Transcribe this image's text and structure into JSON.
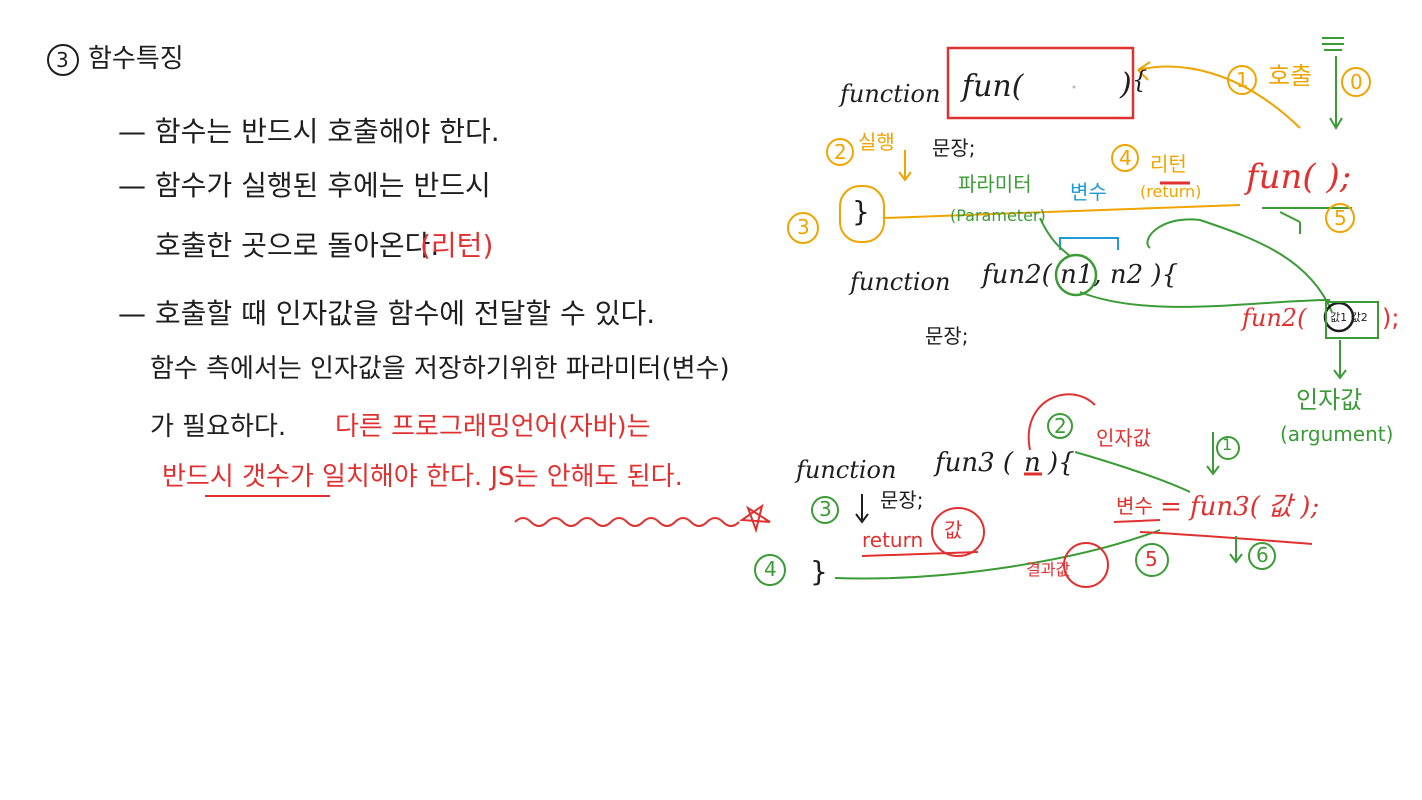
{
  "section": {
    "number": "3",
    "title": "함수특징"
  },
  "notes": {
    "line1": "— 함수는 반드시 호출해야 한다.",
    "line2a": "— 함수가 실행된 후에는 반드시",
    "line2b": "호출한 곳으로 돌아온다.",
    "line2_return": "(리턴)",
    "line3a": "— 호출할 때 인자값을 함수에 전달할 수 있다.",
    "line3b": "함수 측에서는 인자값을 저장하기위한 파라미터(변수)",
    "line3c": "가 필요하다.",
    "line3c_red": "다른 프로그래밍언어(자바)는",
    "line3d_red": "반드시 갯수가 일치해야 한다. JS는 안해도 된다."
  },
  "diagram1": {
    "keyword": "function",
    "name": "fun(",
    "paren_close": ")",
    "brace_open": "{",
    "step1": "1",
    "call_label": "호출",
    "step0": "0",
    "step2": "2",
    "exec_label": "실행",
    "body": "문장;",
    "step4": "4",
    "return_label": "리턴",
    "return_en": "(return)",
    "call": "fun(  );",
    "step3": "3",
    "brace_close": "}",
    "step5": "5"
  },
  "diagram2": {
    "param_label": "파라미터",
    "param_en": "(Parameter)",
    "var_label": "변수",
    "keyword": "function",
    "signature": "fun2( n1, n2 ){",
    "body": "문장;",
    "call": "fun2(",
    "call_arg": "값1 값2",
    "call_end": ");",
    "arg_label": "인자값",
    "arg_en": "(argument)"
  },
  "diagram3": {
    "keyword": "function",
    "signature_a": "fun3 (",
    "signature_param": "n",
    "signature_b": "){",
    "step2": "2",
    "arg_label": "인자값",
    "step1": "1",
    "step3": "3",
    "body": "문장;",
    "return_stmt": "return",
    "return_val": "값",
    "step4": "4",
    "brace_close": "}",
    "var_label": "변수",
    "assign": "= fun3( 값 );",
    "result_label": "결과값",
    "step5": "5",
    "step6": "6"
  },
  "colors": {
    "ink": "#1e1e1e",
    "red": "#e03131",
    "orange": "#f0a400",
    "green": "#3b9b36",
    "blue": "#1f9bd3"
  }
}
